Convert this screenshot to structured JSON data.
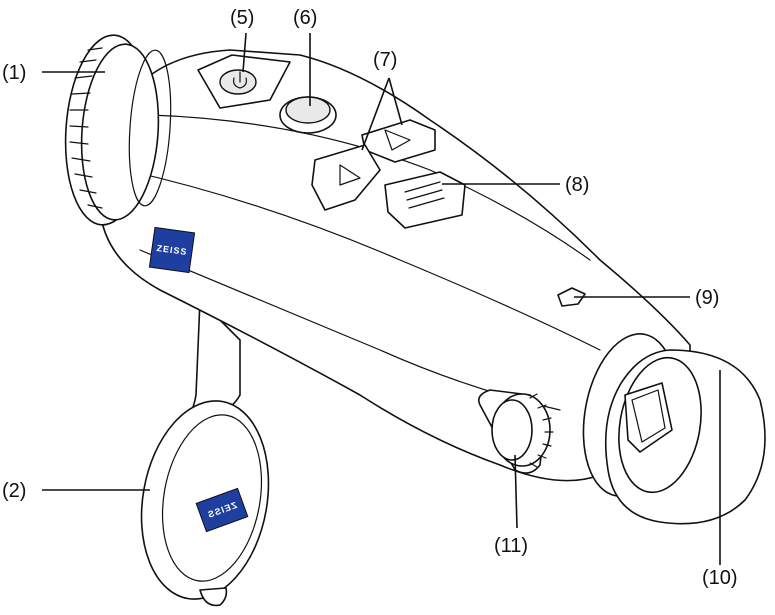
{
  "callouts": {
    "c1": "(1)",
    "c2": "(2)",
    "c5": "(5)",
    "c6": "(6)",
    "c7": "(7)",
    "c8": "(8)",
    "c9": "(9)",
    "c10": "(10)",
    "c11": "(11)"
  },
  "logo": {
    "body_brand": "ZEISS",
    "cap_brand": "ZEISS"
  },
  "colors": {
    "line": "#111111",
    "logo_blue": "#1f3fa0",
    "shade": "#e9e9e9"
  }
}
